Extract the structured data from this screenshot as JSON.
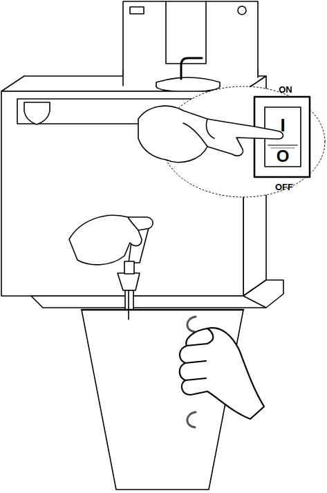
{
  "diagram": {
    "labels": [
      "ON",
      "I",
      "O",
      "OFF"
    ]
  }
}
